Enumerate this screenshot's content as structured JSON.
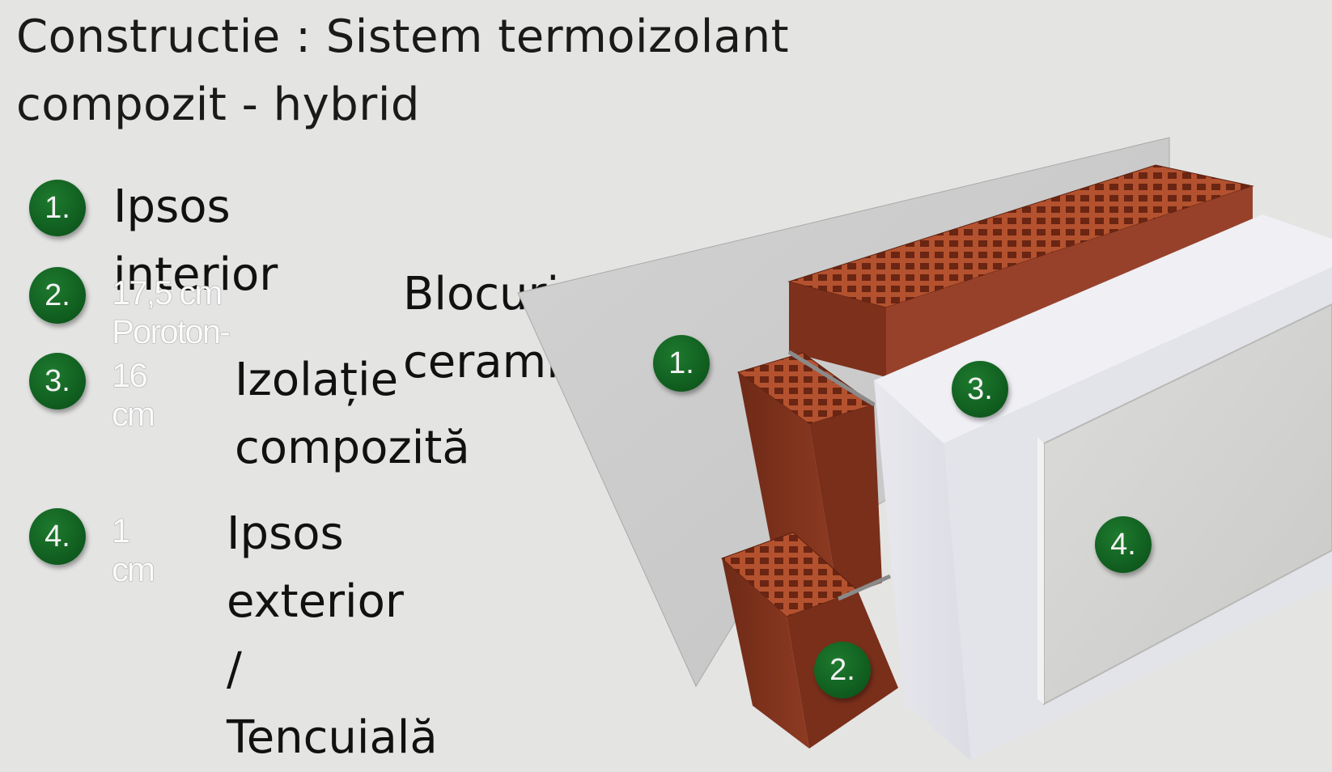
{
  "title": "Constructie : Sistem termoizolant\ncompozit - hybrid",
  "legend": [
    {
      "badge": "1.",
      "thickness": "",
      "label": "Ipsos interior"
    },
    {
      "badge": "2.",
      "thickness": "17,5 cm Poroton-",
      "label": "Blocuri ceramică"
    },
    {
      "badge": "3.",
      "thickness": "16 cm",
      "label": "Izolație\ncompozită"
    },
    {
      "badge": "4.",
      "thickness": "1 cm",
      "label": "Ipsos exterior\n / Tencuială"
    }
  ],
  "diagram_markers": [
    "1.",
    "2.",
    "3.",
    "4."
  ],
  "colors": {
    "background": "#e4e4e3",
    "badge_green": "#0f5b1e",
    "brick": "#8a3a22",
    "insulation": "#eeeef3",
    "plaster_interior": "#d6d6d6",
    "plaster_exterior": "#d9dad8"
  }
}
